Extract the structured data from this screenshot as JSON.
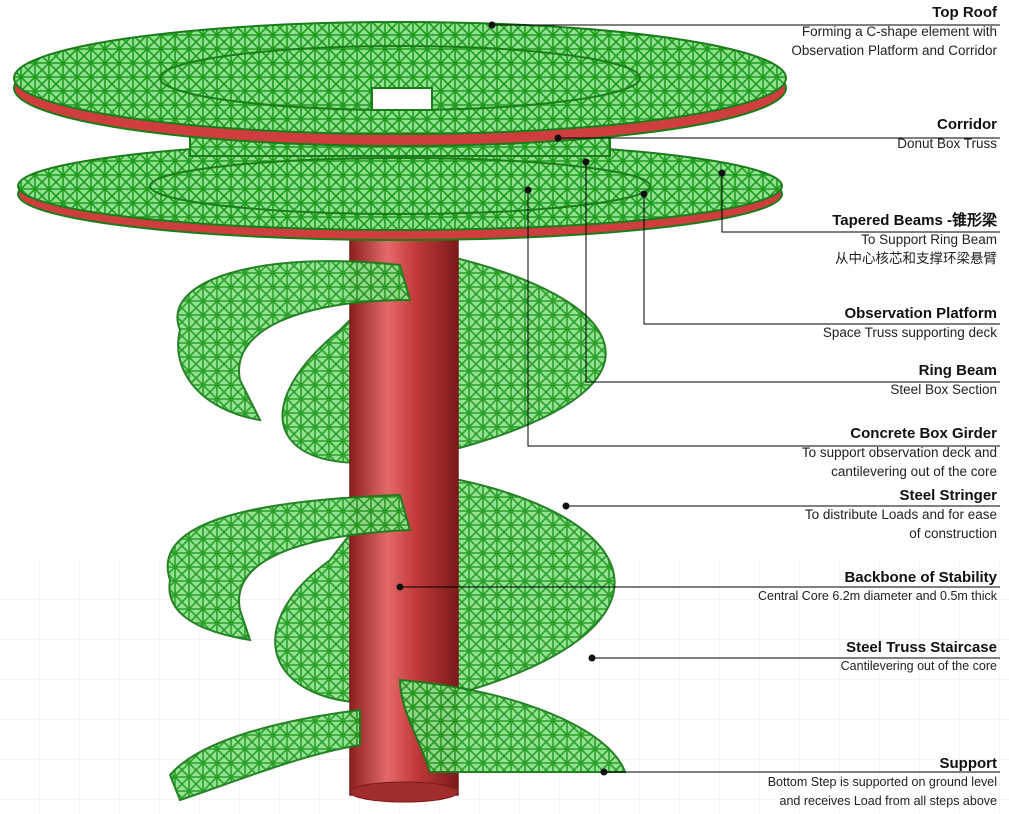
{
  "colors": {
    "truss_green": "#22b522",
    "truss_dark": "#1a7d1a",
    "core_red": "#c43a3a",
    "ring_red": "#cf3d3d",
    "leader_line": "#000000"
  },
  "labels": [
    {
      "id": "top-roof",
      "title": "Top Roof",
      "desc": [
        "Forming a C-shape element with",
        "Observation Platform and Corridor"
      ]
    },
    {
      "id": "corridor",
      "title": "Corridor",
      "desc": [
        "Donut Box Truss"
      ]
    },
    {
      "id": "tapered-beams",
      "title": "Tapered Beams -锥形梁",
      "desc": [
        "To Support Ring Beam",
        "从中心核芯和支撑环梁悬臂"
      ]
    },
    {
      "id": "observation-platform",
      "title": "Observation Platform",
      "desc": [
        "Space Truss supporting deck"
      ]
    },
    {
      "id": "ring-beam",
      "title": "Ring Beam",
      "desc": [
        "Steel Box Section"
      ]
    },
    {
      "id": "concrete-box-girder",
      "title": "Concrete Box Girder",
      "desc": [
        "To support observation deck and",
        "cantilevering out of the core"
      ]
    },
    {
      "id": "steel-stringer",
      "title": "Steel Stringer",
      "desc": [
        "To distribute Loads and for ease",
        "of construction"
      ]
    },
    {
      "id": "backbone",
      "title": "Backbone of Stability",
      "desc": [
        "Central Core 6.2m diameter and 0.5m thick"
      ]
    },
    {
      "id": "staircase",
      "title": "Steel Truss Staircase",
      "desc": [
        "Cantilevering out of the core"
      ]
    },
    {
      "id": "support",
      "title": "Support",
      "desc": [
        "Bottom Step is supported on ground level",
        "and receives Load from all steps above"
      ]
    }
  ]
}
